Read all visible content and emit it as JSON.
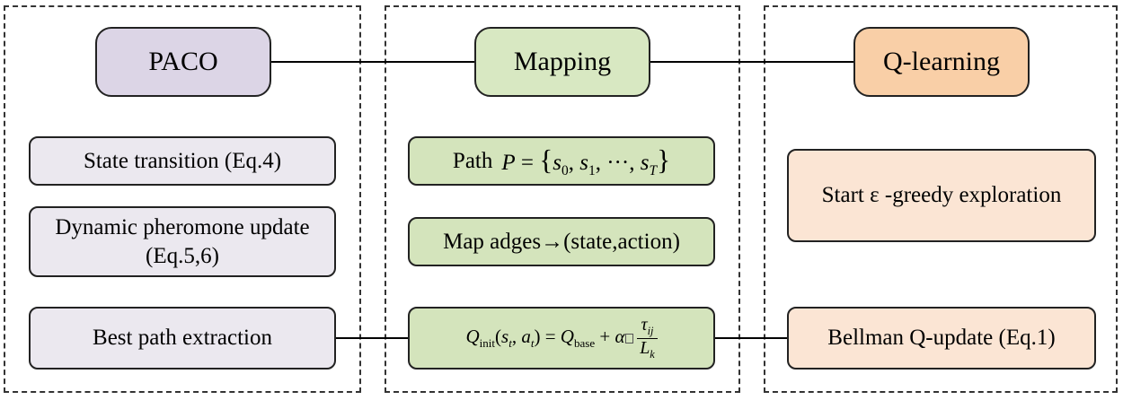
{
  "panels": {
    "left": {
      "header": "PACO",
      "items": [
        "State transition (Eq.4)",
        "Dynamic pheromone update (Eq.5,6)",
        "Best path extraction"
      ]
    },
    "middle": {
      "header": "Mapping",
      "path_label": "Path",
      "path_formula": "P = {s0, s1, ···, sT}",
      "map_label": "Map adges",
      "map_arrow": "→",
      "map_target": "(state,action)",
      "q_formula": "Qinit(st, at) = Qbase + α τij / Lk"
    },
    "right": {
      "header": "Q-learning",
      "items": [
        "Start ε -greedy exploration",
        "Bellman Q-update (Eq.1)"
      ]
    }
  },
  "colors": {
    "paco_header": "#dcd5e6",
    "paco_item": "#ebe8ef",
    "mapping_header": "#d8e8c2",
    "mapping_item": "#d4e4bc",
    "qlearning_header": "#f9cfa7",
    "qlearning_item": "#fbe5d4"
  }
}
